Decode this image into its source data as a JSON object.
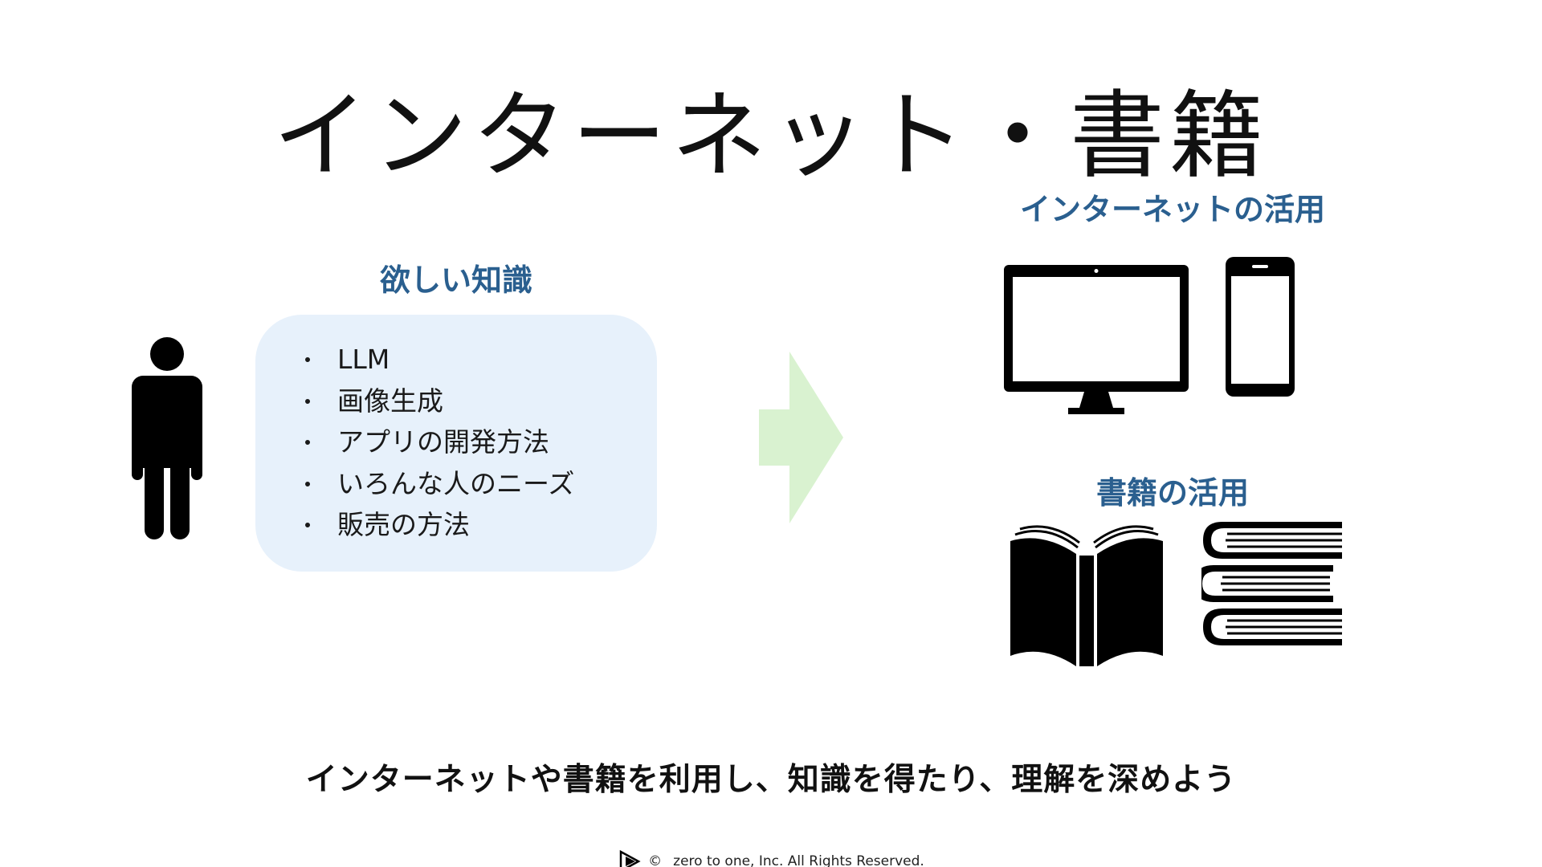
{
  "slide": {
    "title": "インターネット・書籍"
  },
  "knowledge": {
    "heading": "欲しい知識",
    "items": [
      "LLM",
      "画像生成",
      "アプリの開発方法",
      "いろんな人のニーズ",
      "販売の方法"
    ]
  },
  "resources": {
    "internet_heading": "インターネットの活用",
    "books_heading": "書籍の活用"
  },
  "summary": {
    "text": "インターネットや書籍を利用し、知識を得たり、理解を深めよう"
  },
  "footer": {
    "copyright_symbol": "©",
    "text": "zero to one, Inc. All Rights Reserved."
  },
  "icons": {
    "person": "person-icon",
    "arrow": "arrow-right-icon",
    "monitor": "desktop-monitor-icon",
    "phone": "smartphone-icon",
    "open_book": "open-book-icon",
    "book_stack": "book-stack-icon",
    "logo": "play-logo-icon"
  },
  "colors": {
    "heading_blue": "#2a5f8f",
    "box_background": "#e7f1fb",
    "arrow_green": "#d9f2d0",
    "text": "#111111"
  }
}
